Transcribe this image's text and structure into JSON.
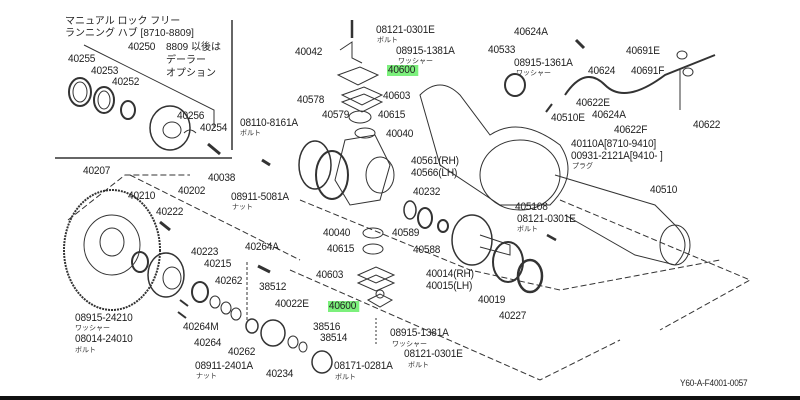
{
  "inset": {
    "title_line1": "マニュアル ロック フリー",
    "title_line2": "ランニング ハブ [8710-8809]",
    "note_line1": "8809 以後は",
    "note_line2": "デーラー",
    "note_line3": "オプション"
  },
  "highlight_color": "#7cf07c",
  "labels": [
    "40250",
    "40255",
    "40253",
    "40252",
    "40256",
    "40254",
    "08110-8161A",
    "40042",
    "08121-0301E",
    "08915-1381A",
    "40600",
    "40603",
    "40615",
    "40040",
    "40578",
    "40579",
    "40561(RH)",
    "40566(LH)",
    "40533",
    "08915-1361A",
    "40624A",
    "40691E",
    "40624",
    "40691F",
    "40622E",
    "40624A",
    "40622F",
    "40622",
    "40510E",
    "40110A[8710-9410]",
    "00931-2121A[9410-          ]",
    "40510",
    "40207",
    "40038",
    "08911-5081A",
    "40210",
    "40202",
    "40222",
    "40223",
    "40215",
    "40262",
    "40264A",
    "38512",
    "40022E",
    "08915-24210",
    "08014-24010",
    "40264M",
    "40264",
    "40262",
    "08911-2401A",
    "40234",
    "38516",
    "38514",
    "08171-0281A",
    "40232",
    "40589",
    "40588",
    "40014(RH)",
    "40015(LH)",
    "40040",
    "40615",
    "40603",
    "40600",
    "08915-1381A",
    "08121-0301E",
    "405108",
    "08121-0301E",
    "40019",
    "40227"
  ],
  "sublabels": {
    "bolt": "ボルト",
    "washer": "ワッシャー",
    "nut": "ナット",
    "plug": "プラグ"
  },
  "diagram_id": "Y60-A-F4001-0057"
}
